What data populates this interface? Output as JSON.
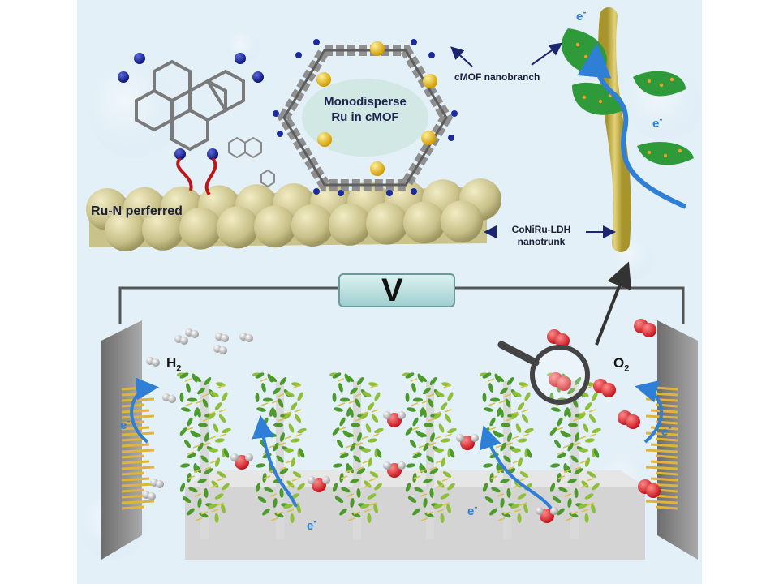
{
  "labels": {
    "ru_n": "Ru-N perferred",
    "monodisperse_line1": "Monodisperse",
    "monodisperse_line2": "Ru in cMOF",
    "cmof_nanobranch": "cMOF nanobranch",
    "trunk_line1": "CoNiRu-LDH",
    "trunk_line2": "nanotrunk",
    "voltage": "V",
    "h2": "H",
    "h2_sub": "2",
    "o2": "O",
    "o2_sub": "2",
    "electron": "e",
    "electron_sup": "-"
  },
  "colors": {
    "background": "#e4f0f8",
    "ldh_sphere": "#cfc98c",
    "electrode": "#8f8f8f",
    "wire": "#555555",
    "resistor": "#bfe0e0",
    "trunk": "#cdb84a",
    "leaf": "#2e9a3a",
    "electron_arrow": "#2f7fd6",
    "oxygen": "#e0232a",
    "hydrogen_bubble": "#dcdcdc",
    "nitrogen": "#14239a",
    "ru_atom": "#e8b80e"
  },
  "icons": [
    "magnifier-icon",
    "trunk-branch-icon",
    "molecule-icon",
    "electrode-icon",
    "resistor-icon"
  ]
}
